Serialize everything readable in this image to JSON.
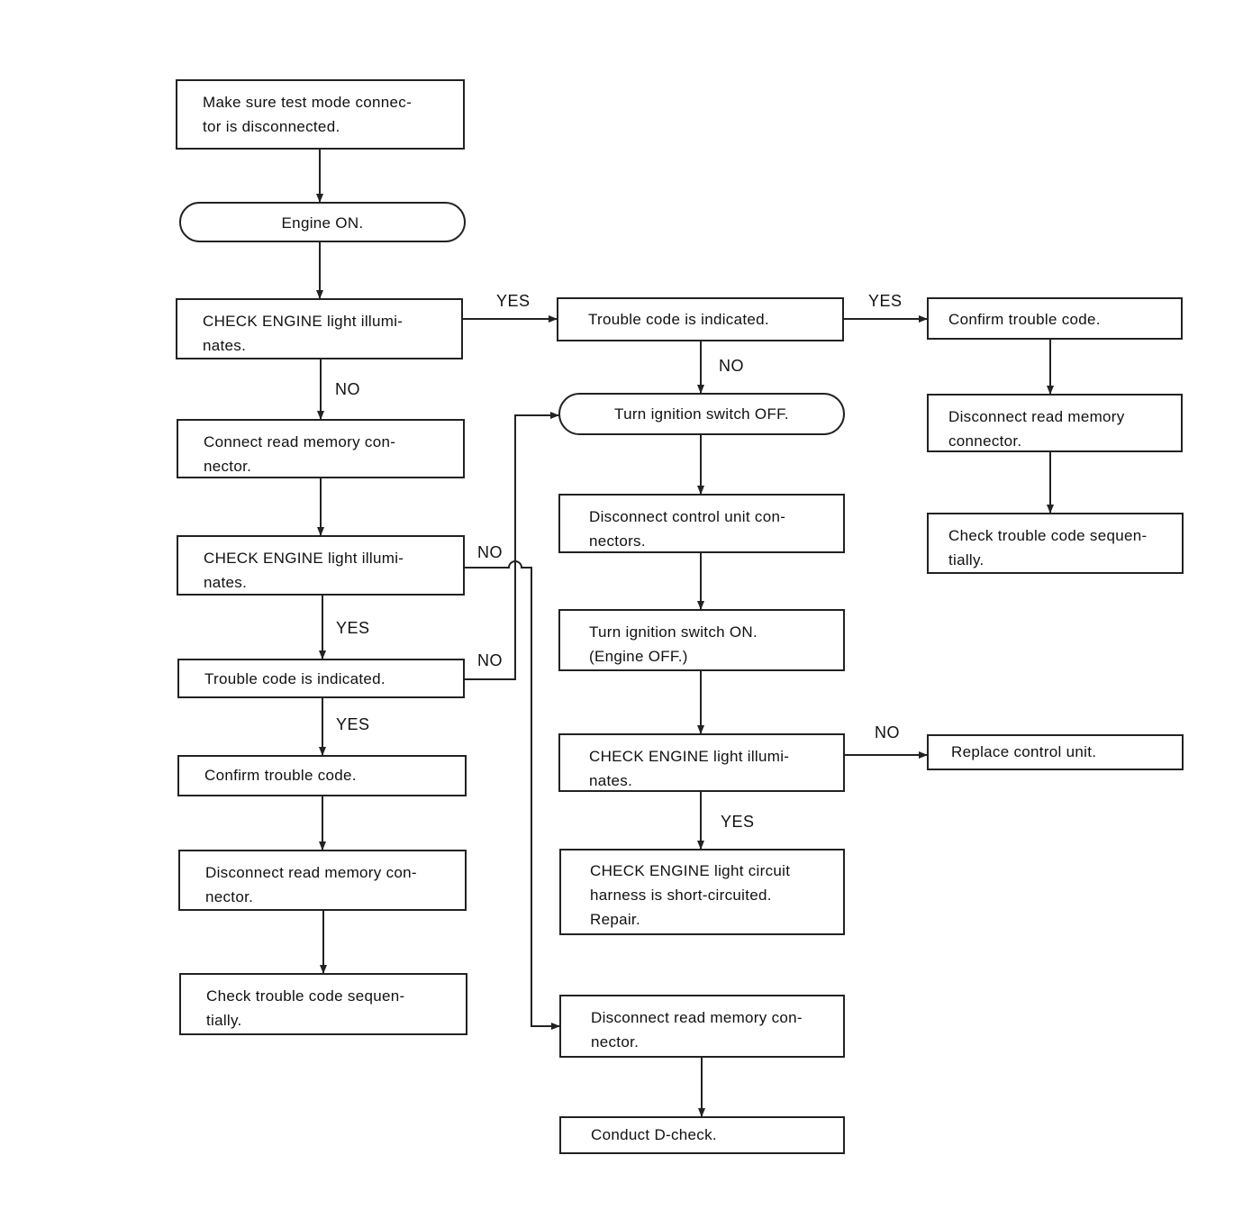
{
  "boxes": {
    "test_mode": "Make sure test mode connec-\ntor is disconnected.",
    "engine_on": "Engine ON.",
    "check_light_1": "CHECK ENGINE light illumi-\nnates.",
    "connect_read_memory": "Connect read memory con-\nnector.",
    "check_light_2": "CHECK ENGINE light illumi-\nnates.",
    "trouble_code_left": "Trouble code is indicated.",
    "confirm_left": "Confirm trouble code.",
    "disconnect_rm_left": "Disconnect read memory con-\nnector.",
    "check_seq_left": "Check trouble code sequen-\ntially.",
    "trouble_code_mid": "Trouble code is indicated.",
    "ign_off": "Turn ignition switch OFF.",
    "disc_control_unit": "Disconnect control unit con-\nnectors.",
    "ign_on": "Turn ignition switch ON.\n(Engine OFF.)",
    "check_light_3": "CHECK ENGINE light illumi-\nnates.",
    "short_circuit": "CHECK ENGINE light circuit\nharness is short-circuited.\nRepair.",
    "disc_rm_mid": "Disconnect read memory con-\nnector.",
    "d_check": "Conduct D-check.",
    "confirm_right": "Confirm trouble code.",
    "disc_rm_right": "Disconnect read memory\nconnector.",
    "check_seq_right": "Check trouble code sequen-\ntially.",
    "replace_cu": "Replace control unit."
  },
  "labels": {
    "yes": "YES",
    "no": "NO"
  }
}
